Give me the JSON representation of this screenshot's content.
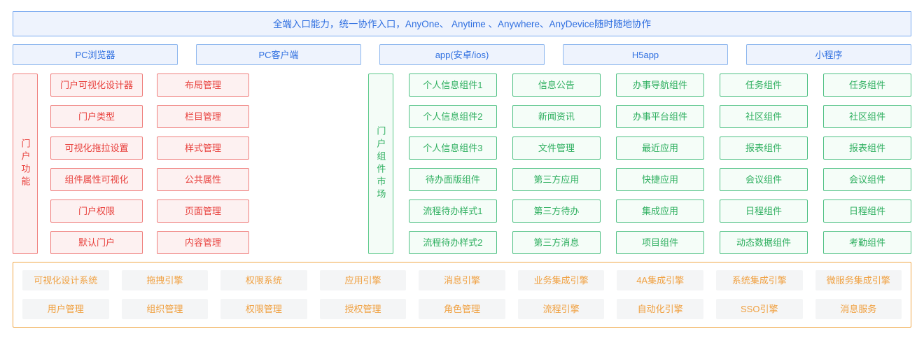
{
  "banner": {
    "text": "全端入口能力，统一协作入口，AnyOne、 Anytime 、Anywhere、AnyDevice随时随地协作"
  },
  "channels": [
    {
      "label": "PC浏览器"
    },
    {
      "label": "PC客户端"
    },
    {
      "label": "app(安卓/ios)"
    },
    {
      "label": "H5app"
    },
    {
      "label": "小程序"
    }
  ],
  "portal_function": {
    "vertical_label": "门户功能",
    "columns": [
      {
        "items": [
          "门户可视化设计器",
          "门户类型",
          "可视化拖拉设置",
          "组件属性可视化",
          "门户权限",
          "默认门户"
        ]
      },
      {
        "items": [
          "布局管理",
          "栏目管理",
          "样式管理",
          "公共属性",
          "页面管理",
          "内容管理"
        ]
      }
    ]
  },
  "component_market": {
    "vertical_label": "门户组件市场",
    "columns": [
      {
        "items": [
          "个人信息组件1",
          "个人信息组件2",
          "个人信息组件3",
          "待办面版组件",
          "流程待办样式1",
          "流程待办样式2"
        ]
      },
      {
        "items": [
          "信息公告",
          "新闻资讯",
          "文件管理",
          "第三方应用",
          "第三方待办",
          "第三方消息"
        ]
      },
      {
        "items": [
          "办事导航组件",
          "办事平台组件",
          "最近应用",
          "快捷应用",
          "集成应用",
          "项目组件"
        ]
      },
      {
        "items": [
          "任务组件",
          "社区组件",
          "报表组件",
          "会议组件",
          "日程组件",
          "动态数据组件"
        ]
      },
      {
        "items": [
          "任务组件",
          "社区组件",
          "报表组件",
          "会议组件",
          "日程组件",
          "考勤组件"
        ]
      }
    ]
  },
  "platform_engines": {
    "rows": [
      {
        "items": [
          "可视化设计系统",
          "拖拽引擎",
          "权限系统",
          "应用引擎",
          "消息引擎",
          "业务集成引擎",
          "4A集成引擎",
          "系统集成引擎",
          "微服务集成引擎"
        ]
      },
      {
        "items": [
          "用户管理",
          "组织管理",
          "权限管理",
          "授权管理",
          "角色管理",
          "流程引擎",
          "自动化引擎",
          "SSO引擎",
          "消息服务"
        ]
      }
    ]
  },
  "colors": {
    "banner_border": "#7aaaf0",
    "banner_bg": "#eef3fd",
    "banner_text": "#2f6fe0",
    "channel_border": "#8cb6ee",
    "red_border": "#ef7e7c",
    "red_bg": "#fdf1f1",
    "red_text": "#e8403c",
    "green_border": "#4fc184",
    "green_bg": "#f5fdf8",
    "green_text": "#2eaf5f",
    "orange_border": "#f0a848",
    "chip_bg": "#f4f5f6",
    "chip_text": "#f0a040"
  }
}
